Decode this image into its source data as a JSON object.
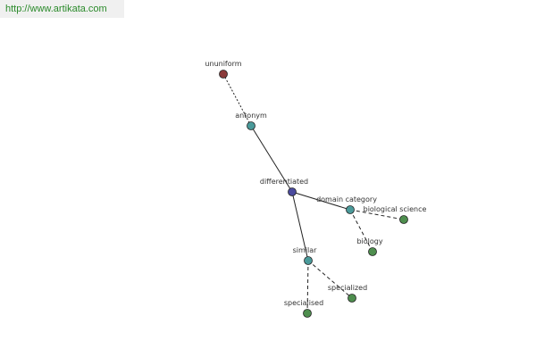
{
  "header": {
    "url_text": "http://www.artikata.com"
  },
  "graph": {
    "nodes": [
      {
        "id": "ununiform",
        "label": "ununiform",
        "color": "#8b3a3a"
      },
      {
        "id": "antonym",
        "label": "antonym",
        "color": "#4a9a9a"
      },
      {
        "id": "differentiated",
        "label": "differentiated",
        "color": "#4b4b9e"
      },
      {
        "id": "domain_category",
        "label": "domain category",
        "color": "#4a9a9a"
      },
      {
        "id": "biological_science",
        "label": "biological science",
        "color": "#4e8e4e"
      },
      {
        "id": "biology",
        "label": "biology",
        "color": "#4e8e4e"
      },
      {
        "id": "similar",
        "label": "similar",
        "color": "#4a9a9a"
      },
      {
        "id": "specialized",
        "label": "specialized",
        "color": "#4e8e4e"
      },
      {
        "id": "specialised",
        "label": "specialised",
        "color": "#4e8e4e"
      }
    ],
    "edges": [
      {
        "from": "ununiform",
        "to": "antonym",
        "style": "dotted"
      },
      {
        "from": "antonym",
        "to": "differentiated",
        "style": "solid"
      },
      {
        "from": "differentiated",
        "to": "domain_category",
        "style": "solid"
      },
      {
        "from": "domain_category",
        "to": "biological_science",
        "style": "dashed"
      },
      {
        "from": "domain_category",
        "to": "biology",
        "style": "dashed"
      },
      {
        "from": "differentiated",
        "to": "similar",
        "style": "solid"
      },
      {
        "from": "similar",
        "to": "specialized",
        "style": "dashed"
      },
      {
        "from": "similar",
        "to": "specialised",
        "style": "dashed"
      }
    ]
  }
}
